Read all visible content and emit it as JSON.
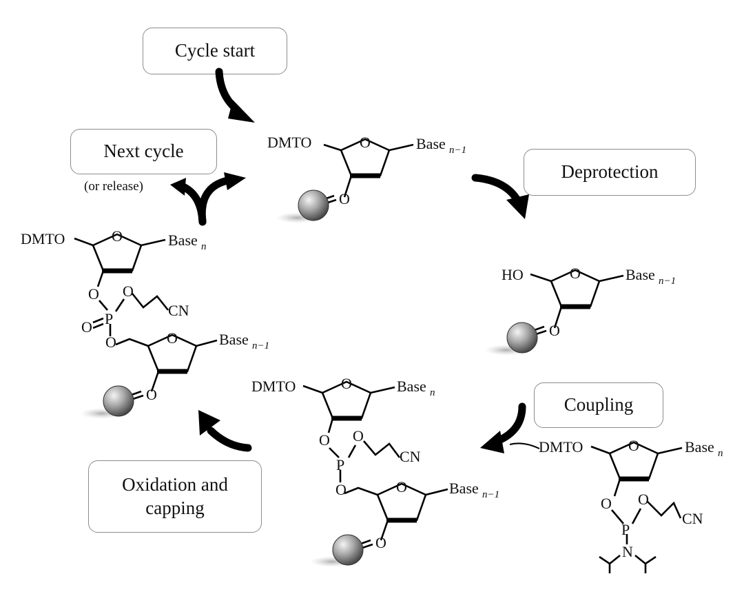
{
  "steps": {
    "cycle_start": "Cycle start",
    "next_cycle": "Next cycle",
    "or_release": "(or release)",
    "deprotection": "Deprotection",
    "coupling": "Coupling",
    "oxidation_line1": "Oxidation and",
    "oxidation_line2": "capping"
  },
  "labels": {
    "dmto": "DMTO",
    "ho": "HO",
    "base": "Base",
    "n": "n",
    "n_minus_1": "n−1",
    "o": "O",
    "p": "P",
    "n_atom": "N",
    "cn": "CN"
  }
}
